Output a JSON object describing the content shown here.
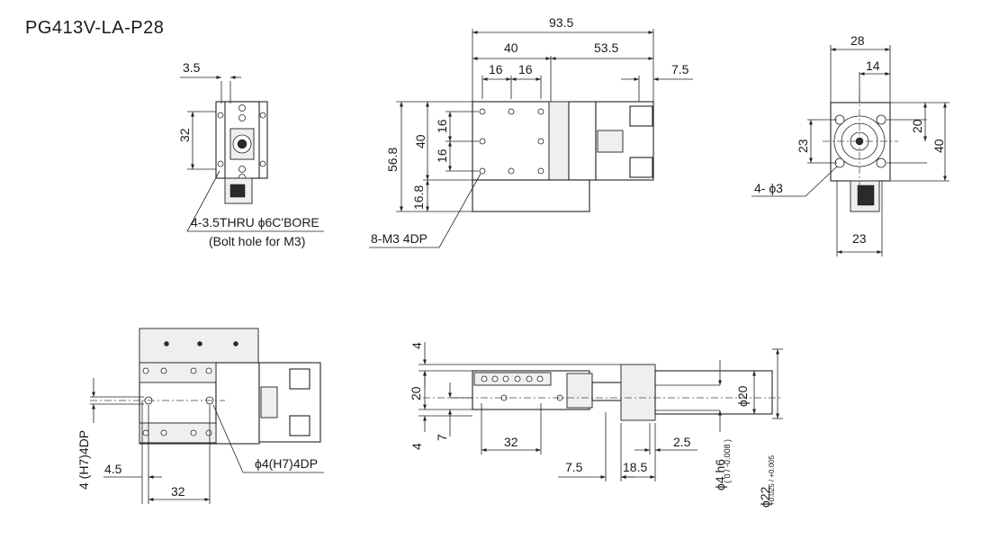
{
  "title": "PG413V-LA-P28",
  "top_left_view": {
    "dims": {
      "w": "3.5",
      "h": "32"
    },
    "notes": [
      "4-3.5THRU ϕ6C'BORE",
      "(Bolt hole for M3)"
    ]
  },
  "top_center_view": {
    "dims": {
      "overall": "93.5",
      "left": "40",
      "right": "53.5",
      "pitch_a": "16",
      "pitch_b": "16",
      "offset": "7.5",
      "height": "56.8",
      "table_h": "40",
      "pitch_c": "16",
      "pitch_d": "16",
      "base": "16.8"
    },
    "notes": [
      "8-M3 4DP"
    ]
  },
  "top_right_view": {
    "dims": {
      "w": "28",
      "half": "14",
      "v1": "20",
      "v2": "40",
      "v3": "23",
      "bottom": "23"
    },
    "notes": [
      "4- ϕ3"
    ]
  },
  "bottom_left_view": {
    "dims": {
      "a": "4.5",
      "b": "32",
      "c": "4 (H7)4DP"
    },
    "notes": [
      "ϕ4(H7)4DP"
    ]
  },
  "bottom_center_view": {
    "dims": {
      "top4": "4",
      "h20": "20",
      "b4": "4",
      "b7": "7",
      "w32": "32",
      "w75": "7.5",
      "w185": "18.5",
      "w25": "2.5",
      "d1": "ϕ20",
      "d2": "ϕ4 h6",
      "d2_tol": "( 0 / -0.008 )",
      "d3": "ϕ22",
      "d3_tol": "+0.025 / +0.005"
    }
  }
}
